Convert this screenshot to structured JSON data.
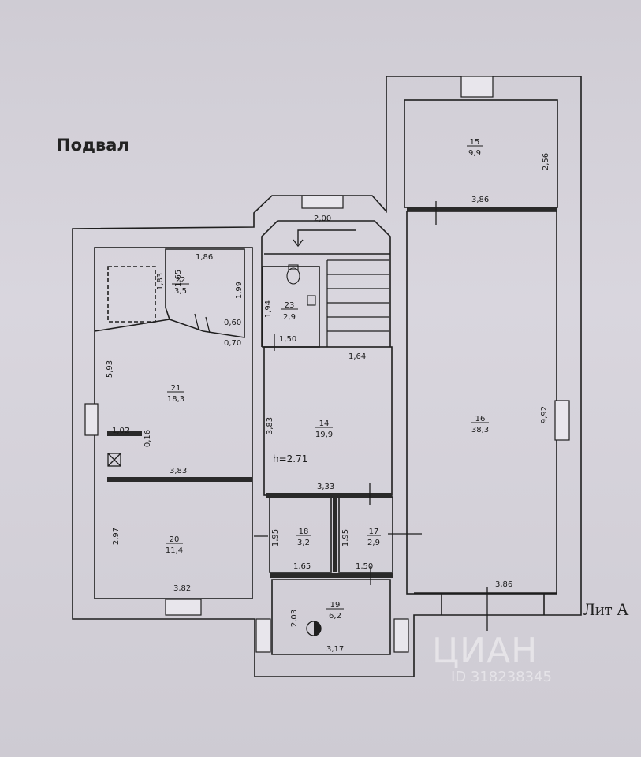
{
  "title": "Подвал",
  "caption": "Лит А",
  "watermark": {
    "brand": "ЦИАН",
    "id": "ID 318238345"
  },
  "ceiling_height": "h=2.71",
  "rooms": [
    {
      "id": "15",
      "area": "9,9"
    },
    {
      "id": "16",
      "area": "38,3"
    },
    {
      "id": "14",
      "area": "19,9"
    },
    {
      "id": "21",
      "area": "18,3"
    },
    {
      "id": "20",
      "area": "11,4"
    },
    {
      "id": "22",
      "area": "3,5"
    },
    {
      "id": "23",
      "area": "2,9"
    },
    {
      "id": "18",
      "area": "3,2"
    },
    {
      "id": "17",
      "area": "2,9"
    },
    {
      "id": "19",
      "area": "6,2"
    }
  ],
  "dimensions": {
    "r15_width": "3,86",
    "r15_height": "2,56",
    "r16_height": "9,92",
    "r16_bottom": "3,86",
    "stair_top": "2,00",
    "r22_top": "1,86",
    "r22_left": "1,65",
    "r22_right": "1,99",
    "r22_diag_a": "0,60",
    "r22_diag_b": "0,70",
    "r22_box": "1,83",
    "r23_height": "1,94",
    "r23_bottom": "1,50",
    "r14_top": "1,64",
    "r14_left": "3,83",
    "r14_bottom": "3,33",
    "r21_left": "5,93",
    "r21_bottom": "3,83",
    "r21_niche_w": "1,02",
    "r21_niche_h": "0,16",
    "r20_left": "2,97",
    "r20_bottom": "3,82",
    "r18_left": "1,95",
    "r18_bottom": "1,65",
    "r17_left": "1,95",
    "r17_bottom": "1,50",
    "r19_left": "2,03",
    "r19_bottom": "3,17"
  },
  "colors": {
    "line": "#1f1f1f",
    "paper": "#d4d0d8",
    "wall_thick": "#2a2a2a"
  }
}
